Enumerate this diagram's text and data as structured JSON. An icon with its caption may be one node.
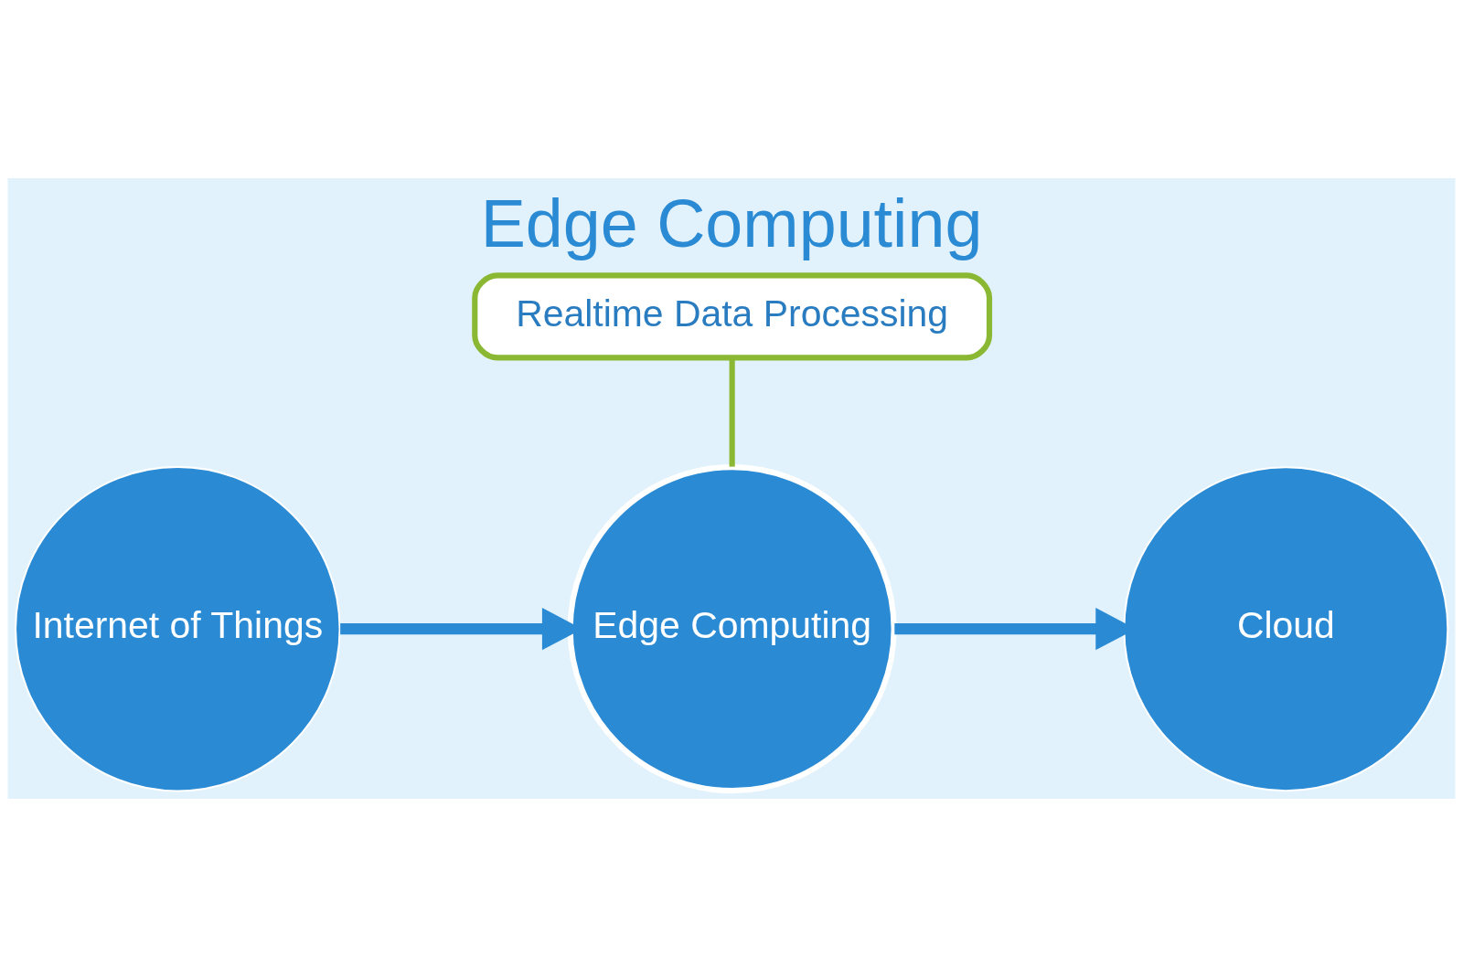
{
  "diagram": {
    "title": "Edge Computing",
    "nodes": [
      {
        "text": [
          "Internet of Things"
        ]
      },
      {
        "text": [
          "Edge Computing"
        ]
      },
      {
        "text": [
          "Cloud"
        ]
      },
      {
        "text": [
          "Realtime Data Processing"
        ]
      }
    ],
    "edges": [
      {
        "from": 0,
        "to": 1,
        "arrow": "to"
      },
      {
        "from": 1,
        "to": 2,
        "arrow": "to"
      },
      {
        "from": 3,
        "to": 1,
        "arrow": "none",
        "color": "#8ab833"
      }
    ]
  }
}
